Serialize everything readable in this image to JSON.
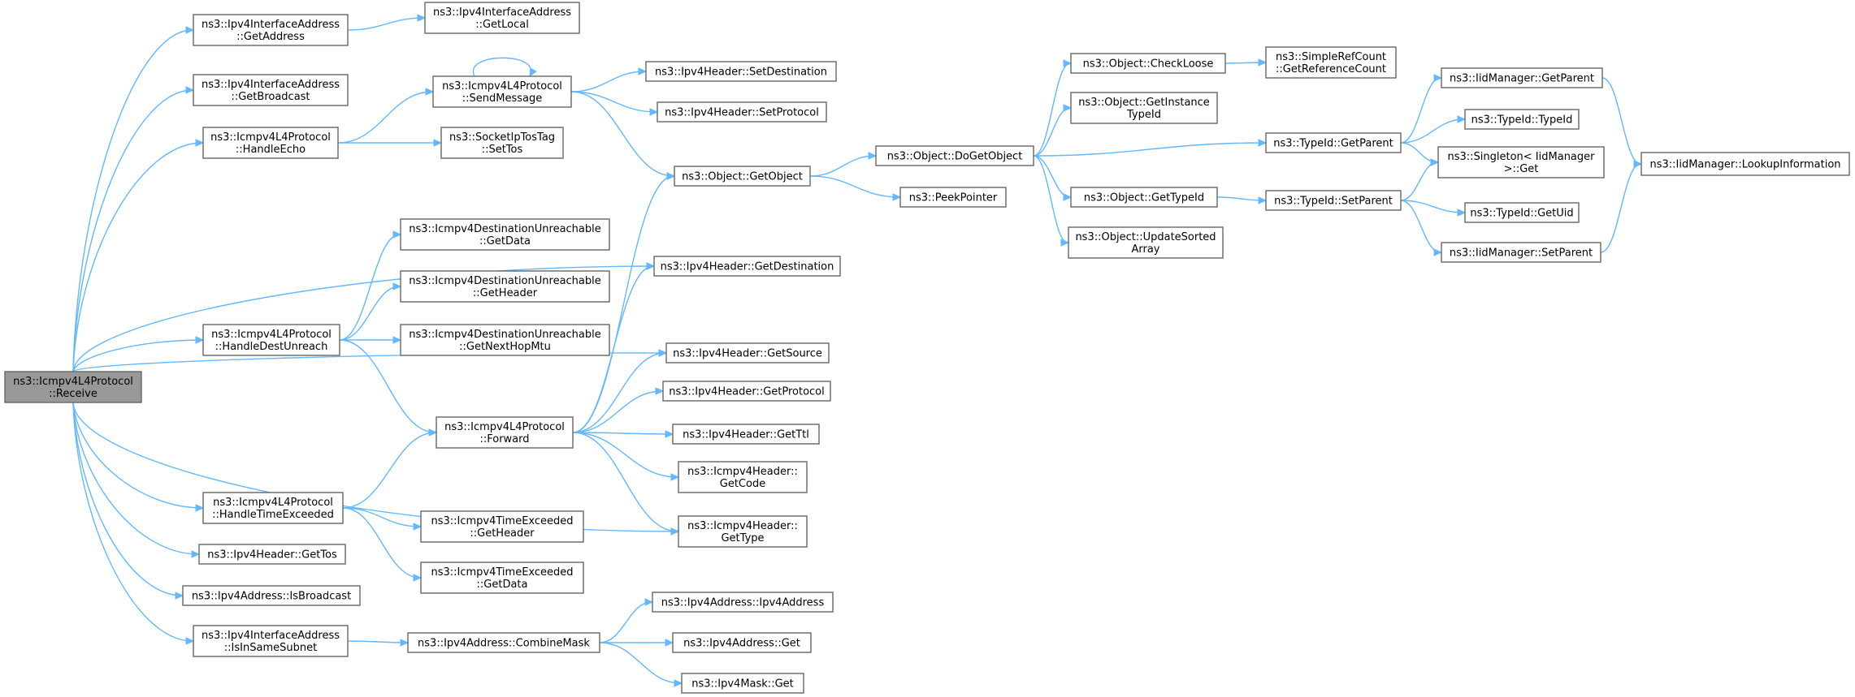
{
  "graph": {
    "title": "ns3::Icmpv4L4Protocol::Receive call graph",
    "colors": {
      "edge": "#63b8ff",
      "node_border": "#666666",
      "root_fill": "#999999",
      "node_fill": "#ffffff"
    },
    "nodes": [
      {
        "id": "receive",
        "lines": [
          "ns3::Icmpv4L4Protocol",
          "::Receive"
        ],
        "root": true
      },
      {
        "id": "ia_getaddress",
        "lines": [
          "ns3::Ipv4InterfaceAddress",
          "::GetAddress"
        ]
      },
      {
        "id": "ia_getlocal",
        "lines": [
          "ns3::Ipv4InterfaceAddress",
          "::GetLocal"
        ]
      },
      {
        "id": "ia_getbroadcast",
        "lines": [
          "ns3::Ipv4InterfaceAddress",
          "::GetBroadcast"
        ]
      },
      {
        "id": "handleecho",
        "lines": [
          "ns3::Icmpv4L4Protocol",
          "::HandleEcho"
        ]
      },
      {
        "id": "sendmessage",
        "lines": [
          "ns3::Icmpv4L4Protocol",
          "::SendMessage"
        ]
      },
      {
        "id": "settos",
        "lines": [
          "ns3::SocketIpTosTag",
          "::SetTos"
        ]
      },
      {
        "id": "h_setdest",
        "lines": [
          "ns3::Ipv4Header::SetDestination"
        ]
      },
      {
        "id": "h_setproto",
        "lines": [
          "ns3::Ipv4Header::SetProtocol"
        ]
      },
      {
        "id": "getobject",
        "lines": [
          "ns3::Object::GetObject"
        ]
      },
      {
        "id": "peekpointer",
        "lines": [
          "ns3::PeekPointer"
        ]
      },
      {
        "id": "dogetobject",
        "lines": [
          "ns3::Object::DoGetObject"
        ]
      },
      {
        "id": "checkloose",
        "lines": [
          "ns3::Object::CheckLoose"
        ]
      },
      {
        "id": "getrefcount",
        "lines": [
          "ns3::SimpleRefCount",
          "::GetReferenceCount"
        ]
      },
      {
        "id": "getinstancetypeid",
        "lines": [
          "ns3::Object::GetInstance",
          "TypeId"
        ]
      },
      {
        "id": "o_gettypeid",
        "lines": [
          "ns3::Object::GetTypeId"
        ]
      },
      {
        "id": "updatesorted",
        "lines": [
          "ns3::Object::UpdateSorted",
          "Array"
        ]
      },
      {
        "id": "t_getparent",
        "lines": [
          "ns3::TypeId::GetParent"
        ]
      },
      {
        "id": "t_setparent",
        "lines": [
          "ns3::TypeId::SetParent"
        ]
      },
      {
        "id": "im_getparent",
        "lines": [
          "ns3::IidManager::GetParent"
        ]
      },
      {
        "id": "t_typeid",
        "lines": [
          "ns3::TypeId::TypeId"
        ]
      },
      {
        "id": "singleton_get",
        "lines": [
          "ns3::Singleton< IidManager",
          " >::Get"
        ]
      },
      {
        "id": "t_getuid",
        "lines": [
          "ns3::TypeId::GetUid"
        ]
      },
      {
        "id": "im_setparent",
        "lines": [
          "ns3::IidManager::SetParent"
        ]
      },
      {
        "id": "im_lookup",
        "lines": [
          "ns3::IidManager::LookupInformation"
        ]
      },
      {
        "id": "du_getdata",
        "lines": [
          "ns3::Icmpv4DestinationUnreachable",
          "::GetData"
        ]
      },
      {
        "id": "du_getheader",
        "lines": [
          "ns3::Icmpv4DestinationUnreachable",
          "::GetHeader"
        ]
      },
      {
        "id": "du_getnexthop",
        "lines": [
          "ns3::Icmpv4DestinationUnreachable",
          "::GetNextHopMtu"
        ]
      },
      {
        "id": "handledestunreach",
        "lines": [
          "ns3::Icmpv4L4Protocol",
          "::HandleDestUnreach"
        ]
      },
      {
        "id": "h_getdest",
        "lines": [
          "ns3::Ipv4Header::GetDestination"
        ]
      },
      {
        "id": "h_getsource",
        "lines": [
          "ns3::Ipv4Header::GetSource"
        ]
      },
      {
        "id": "forward",
        "lines": [
          "ns3::Icmpv4L4Protocol",
          "::Forward"
        ]
      },
      {
        "id": "h_getprotocol",
        "lines": [
          "ns3::Ipv4Header::GetProtocol"
        ]
      },
      {
        "id": "h_getttl",
        "lines": [
          "ns3::Ipv4Header::GetTtl"
        ]
      },
      {
        "id": "ih_getcode",
        "lines": [
          "ns3::Icmpv4Header::",
          "GetCode"
        ]
      },
      {
        "id": "ih_gettype",
        "lines": [
          "ns3::Icmpv4Header::",
          "GetType"
        ]
      },
      {
        "id": "handletimeexceeded",
        "lines": [
          "ns3::Icmpv4L4Protocol",
          "::HandleTimeExceeded"
        ]
      },
      {
        "id": "te_getheader",
        "lines": [
          "ns3::Icmpv4TimeExceeded",
          "::GetHeader"
        ]
      },
      {
        "id": "te_getdata",
        "lines": [
          "ns3::Icmpv4TimeExceeded",
          "::GetData"
        ]
      },
      {
        "id": "h_gettos",
        "lines": [
          "ns3::Ipv4Header::GetTos"
        ]
      },
      {
        "id": "a_isbroadcast",
        "lines": [
          "ns3::Ipv4Address::IsBroadcast"
        ]
      },
      {
        "id": "ia_issamesubnet",
        "lines": [
          "ns3::Ipv4InterfaceAddress",
          "::IsInSameSubnet"
        ]
      },
      {
        "id": "combinemask",
        "lines": [
          "ns3::Ipv4Address::CombineMask"
        ]
      },
      {
        "id": "a_ipv4address",
        "lines": [
          "ns3::Ipv4Address::Ipv4Address"
        ]
      },
      {
        "id": "a_get",
        "lines": [
          "ns3::Ipv4Address::Get"
        ]
      },
      {
        "id": "m_get",
        "lines": [
          "ns3::Ipv4Mask::Get"
        ]
      }
    ],
    "edges": [
      [
        "receive",
        "ia_getaddress"
      ],
      [
        "ia_getaddress",
        "ia_getlocal"
      ],
      [
        "receive",
        "ia_getbroadcast"
      ],
      [
        "receive",
        "handleecho"
      ],
      [
        "handleecho",
        "sendmessage"
      ],
      [
        "handleecho",
        "settos"
      ],
      [
        "sendmessage",
        "sendmessage"
      ],
      [
        "sendmessage",
        "h_setdest"
      ],
      [
        "sendmessage",
        "h_setproto"
      ],
      [
        "sendmessage",
        "getobject"
      ],
      [
        "getobject",
        "dogetobject"
      ],
      [
        "getobject",
        "peekpointer"
      ],
      [
        "dogetobject",
        "checkloose"
      ],
      [
        "checkloose",
        "getrefcount"
      ],
      [
        "dogetobject",
        "getinstancetypeid"
      ],
      [
        "dogetobject",
        "t_getparent"
      ],
      [
        "dogetobject",
        "o_gettypeid"
      ],
      [
        "dogetobject",
        "updatesorted"
      ],
      [
        "o_gettypeid",
        "t_setparent"
      ],
      [
        "t_getparent",
        "im_getparent"
      ],
      [
        "t_getparent",
        "t_typeid"
      ],
      [
        "t_getparent",
        "singleton_get"
      ],
      [
        "t_setparent",
        "singleton_get"
      ],
      [
        "t_setparent",
        "t_getuid"
      ],
      [
        "t_setparent",
        "im_setparent"
      ],
      [
        "im_getparent",
        "im_lookup"
      ],
      [
        "im_setparent",
        "im_lookup"
      ],
      [
        "receive",
        "h_getdest"
      ],
      [
        "receive",
        "handledestunreach"
      ],
      [
        "handledestunreach",
        "du_getdata"
      ],
      [
        "handledestunreach",
        "du_getheader"
      ],
      [
        "handledestunreach",
        "du_getnexthop"
      ],
      [
        "handledestunreach",
        "forward"
      ],
      [
        "receive",
        "h_getsource"
      ],
      [
        "receive",
        "ih_gettype"
      ],
      [
        "forward",
        "getobject"
      ],
      [
        "forward",
        "h_getdest"
      ],
      [
        "forward",
        "h_getsource"
      ],
      [
        "forward",
        "h_getprotocol"
      ],
      [
        "forward",
        "h_getttl"
      ],
      [
        "forward",
        "ih_getcode"
      ],
      [
        "forward",
        "ih_gettype"
      ],
      [
        "receive",
        "handletimeexceeded"
      ],
      [
        "handletimeexceeded",
        "forward"
      ],
      [
        "handletimeexceeded",
        "te_getheader"
      ],
      [
        "handletimeexceeded",
        "te_getdata"
      ],
      [
        "receive",
        "h_gettos"
      ],
      [
        "receive",
        "a_isbroadcast"
      ],
      [
        "receive",
        "ia_issamesubnet"
      ],
      [
        "ia_issamesubnet",
        "combinemask"
      ],
      [
        "combinemask",
        "a_ipv4address"
      ],
      [
        "combinemask",
        "a_get"
      ],
      [
        "combinemask",
        "m_get"
      ]
    ]
  }
}
